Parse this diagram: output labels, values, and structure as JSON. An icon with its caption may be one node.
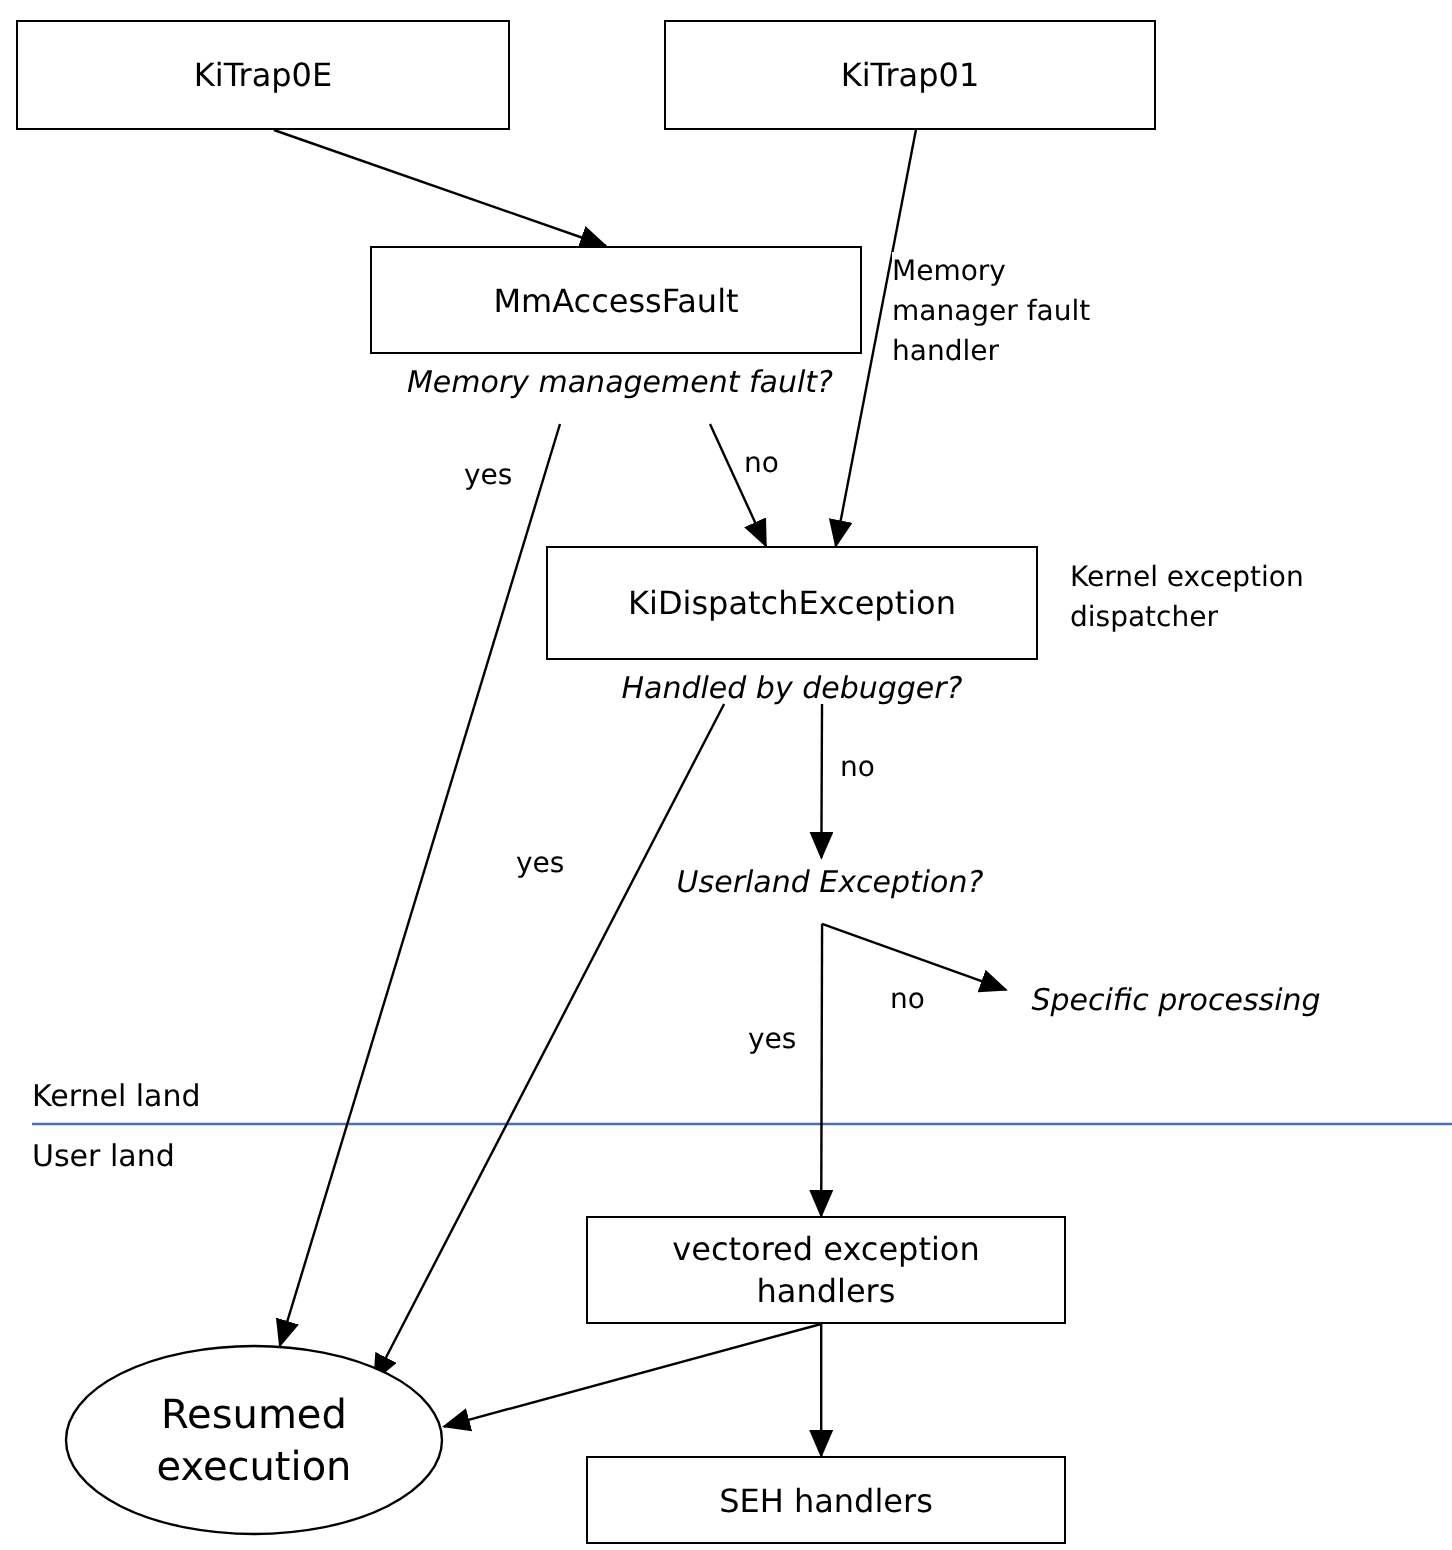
{
  "diagram": {
    "nodes": [
      {
        "text": [
          "KiTrap0E"
        ]
      },
      {
        "text": [
          "KiTrap01"
        ]
      },
      {
        "text": [
          "MmAccessFault",
          "Memory management fault?"
        ]
      },
      {
        "text": [
          "KiDispatchException",
          "Handled by debugger?"
        ],
        "beside": [
          "Kernel exception dispatcher"
        ]
      },
      {
        "text": [
          "Userland Exception?"
        ]
      },
      {
        "text": [
          "Specific processing"
        ]
      },
      {
        "text": [
          "vectored exception handlers"
        ]
      },
      {
        "text": [
          "Resumed execution"
        ]
      },
      {
        "text": [
          "SEH handlers"
        ]
      }
    ],
    "edges": [
      {
        "from": 0,
        "to": 2,
        "arrow": "to"
      },
      {
        "from": 1,
        "to": 3,
        "arrow": "to",
        "label": "Memory manager fault handler"
      },
      {
        "from": 2,
        "to": 3,
        "arrow": "to",
        "label": "no"
      },
      {
        "from": 2,
        "to": 7,
        "arrow": "to",
        "label": "yes"
      },
      {
        "from": 3,
        "to": 4,
        "arrow": "to",
        "label": "no"
      },
      {
        "from": 3,
        "to": 7,
        "arrow": "to",
        "label": "yes"
      },
      {
        "from": 4,
        "to": 5,
        "arrow": "to",
        "label": "no"
      },
      {
        "from": 4,
        "to": 6,
        "arrow": "to",
        "label": "yes"
      },
      {
        "from": 6,
        "to": 7,
        "arrow": "to"
      },
      {
        "from": 6,
        "to": 8,
        "arrow": "to"
      }
    ],
    "labels": [
      "Kernel land",
      "User land"
    ]
  }
}
